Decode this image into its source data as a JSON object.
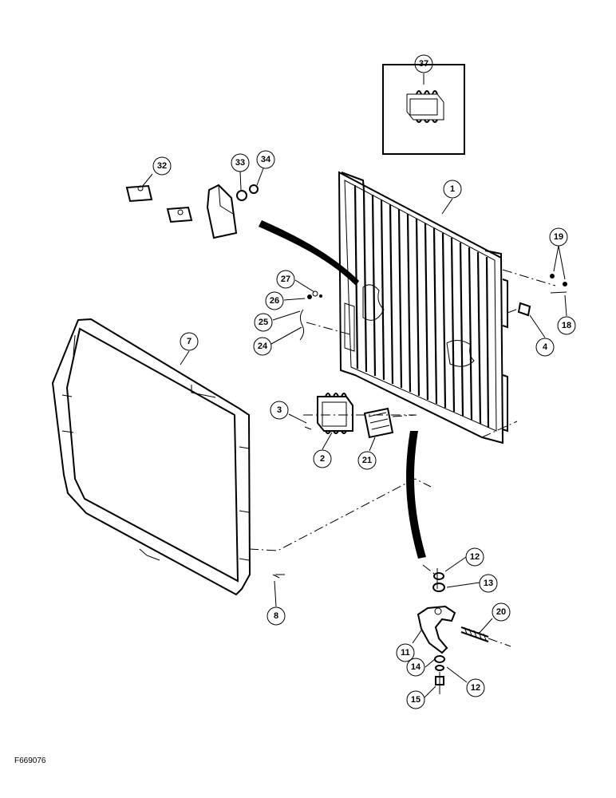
{
  "figure_id": "F669076",
  "callouts": {
    "c1": "1",
    "c2": "2",
    "c3": "3",
    "c4": "4",
    "c7": "7",
    "c8": "8",
    "c11": "11",
    "c12a": "12",
    "c12b": "12",
    "c13": "13",
    "c14": "14",
    "c15": "15",
    "c18": "18",
    "c19": "19",
    "c20": "20",
    "c21": "21",
    "c24": "24",
    "c25": "25",
    "c26": "26",
    "c27": "27",
    "c32": "32",
    "c33": "33",
    "c34": "34",
    "c37": "37"
  },
  "colors": {
    "ink": "#000000",
    "paper": "#ffffff"
  }
}
